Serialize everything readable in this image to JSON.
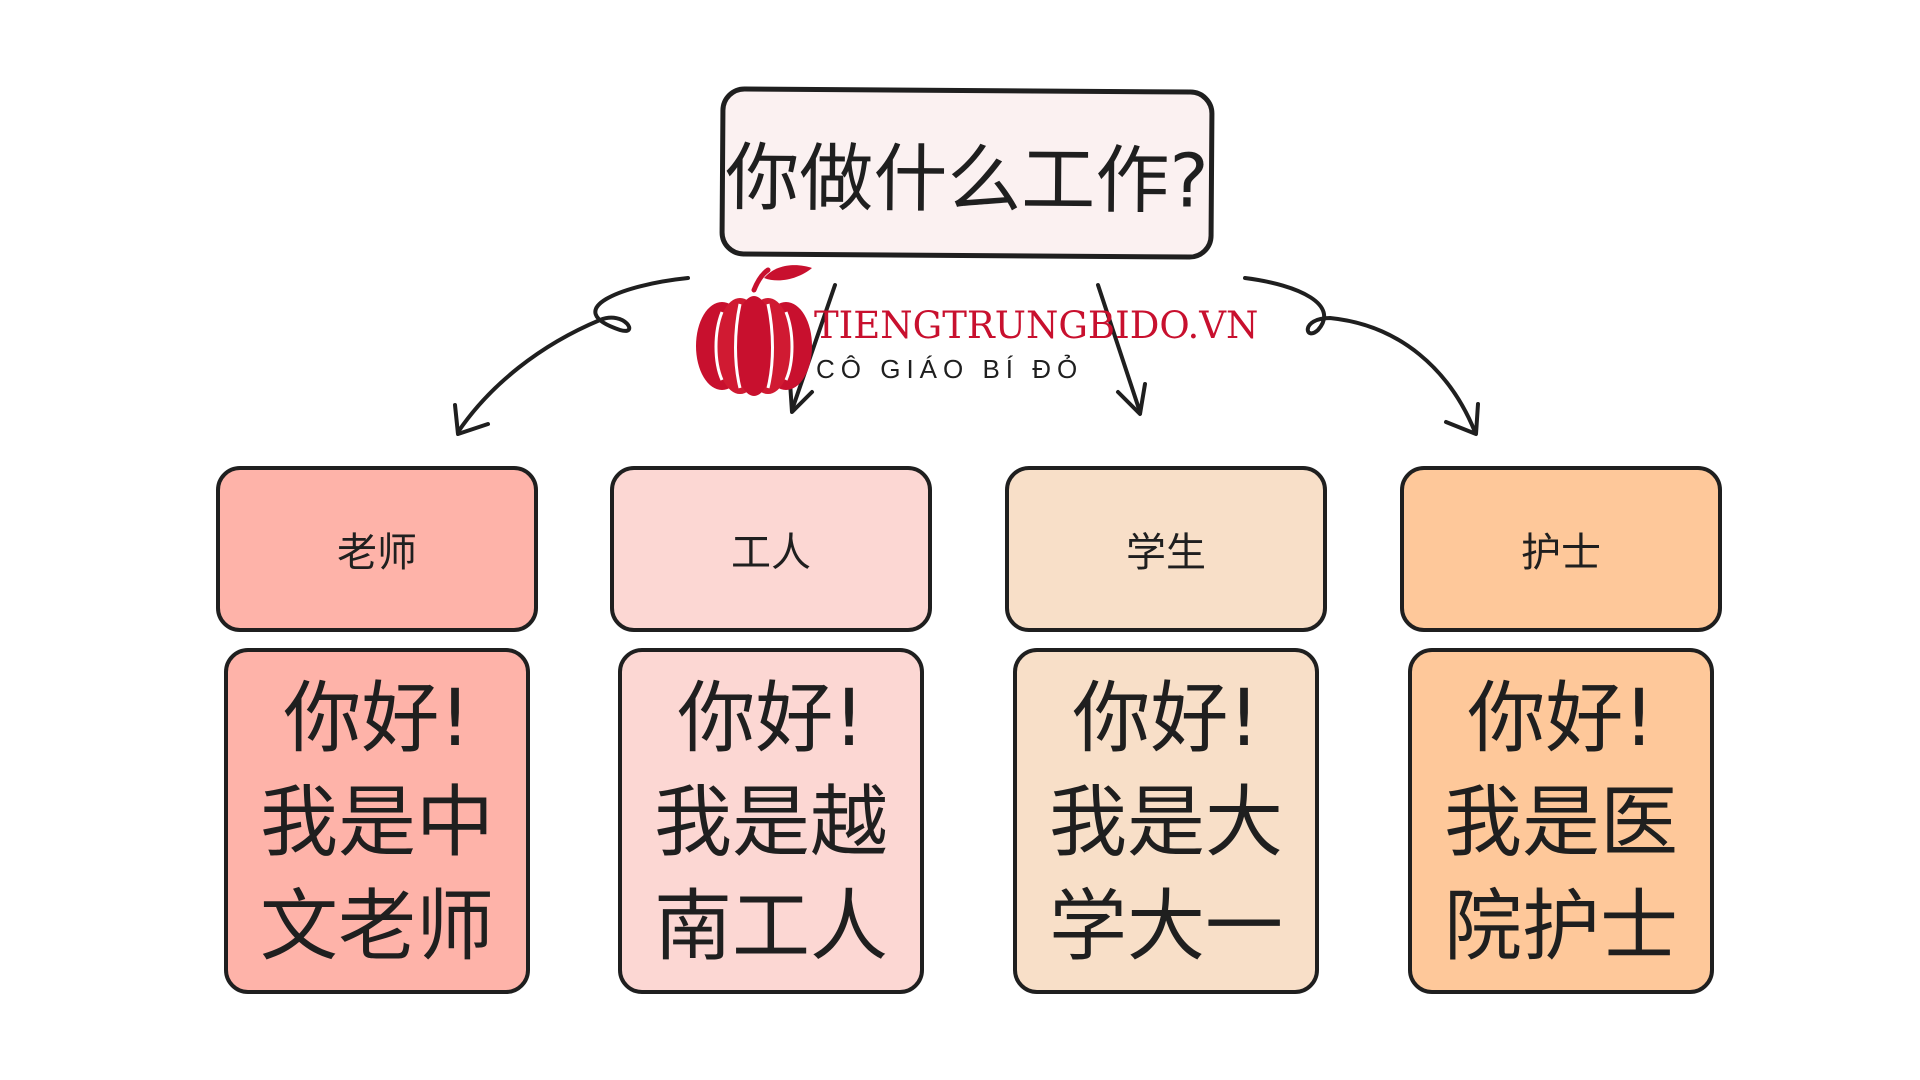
{
  "question": "你做什么工作?",
  "logo": {
    "title": "TIENGTRUNGBIDO.VN",
    "subtitle": "CÔ GIÁO BÍ ĐỎ"
  },
  "colors": {
    "teacher": "#feb3a9",
    "worker": "#fcd7d3",
    "student": "#f8dfc8",
    "nurse": "#fec89a",
    "logo_red": "#c8102e",
    "outline": "#1f1f1f"
  },
  "cards": [
    {
      "role": "老师",
      "lines": [
        "你好!",
        "我是中",
        "文老师"
      ]
    },
    {
      "role": "工人",
      "lines": [
        "你好!",
        "我是越",
        "南工人"
      ]
    },
    {
      "role": "学生",
      "lines": [
        "你好!",
        "我是大",
        "学大一"
      ]
    },
    {
      "role": "护士",
      "lines": [
        "你好!",
        "我是医",
        "院护士"
      ]
    }
  ]
}
